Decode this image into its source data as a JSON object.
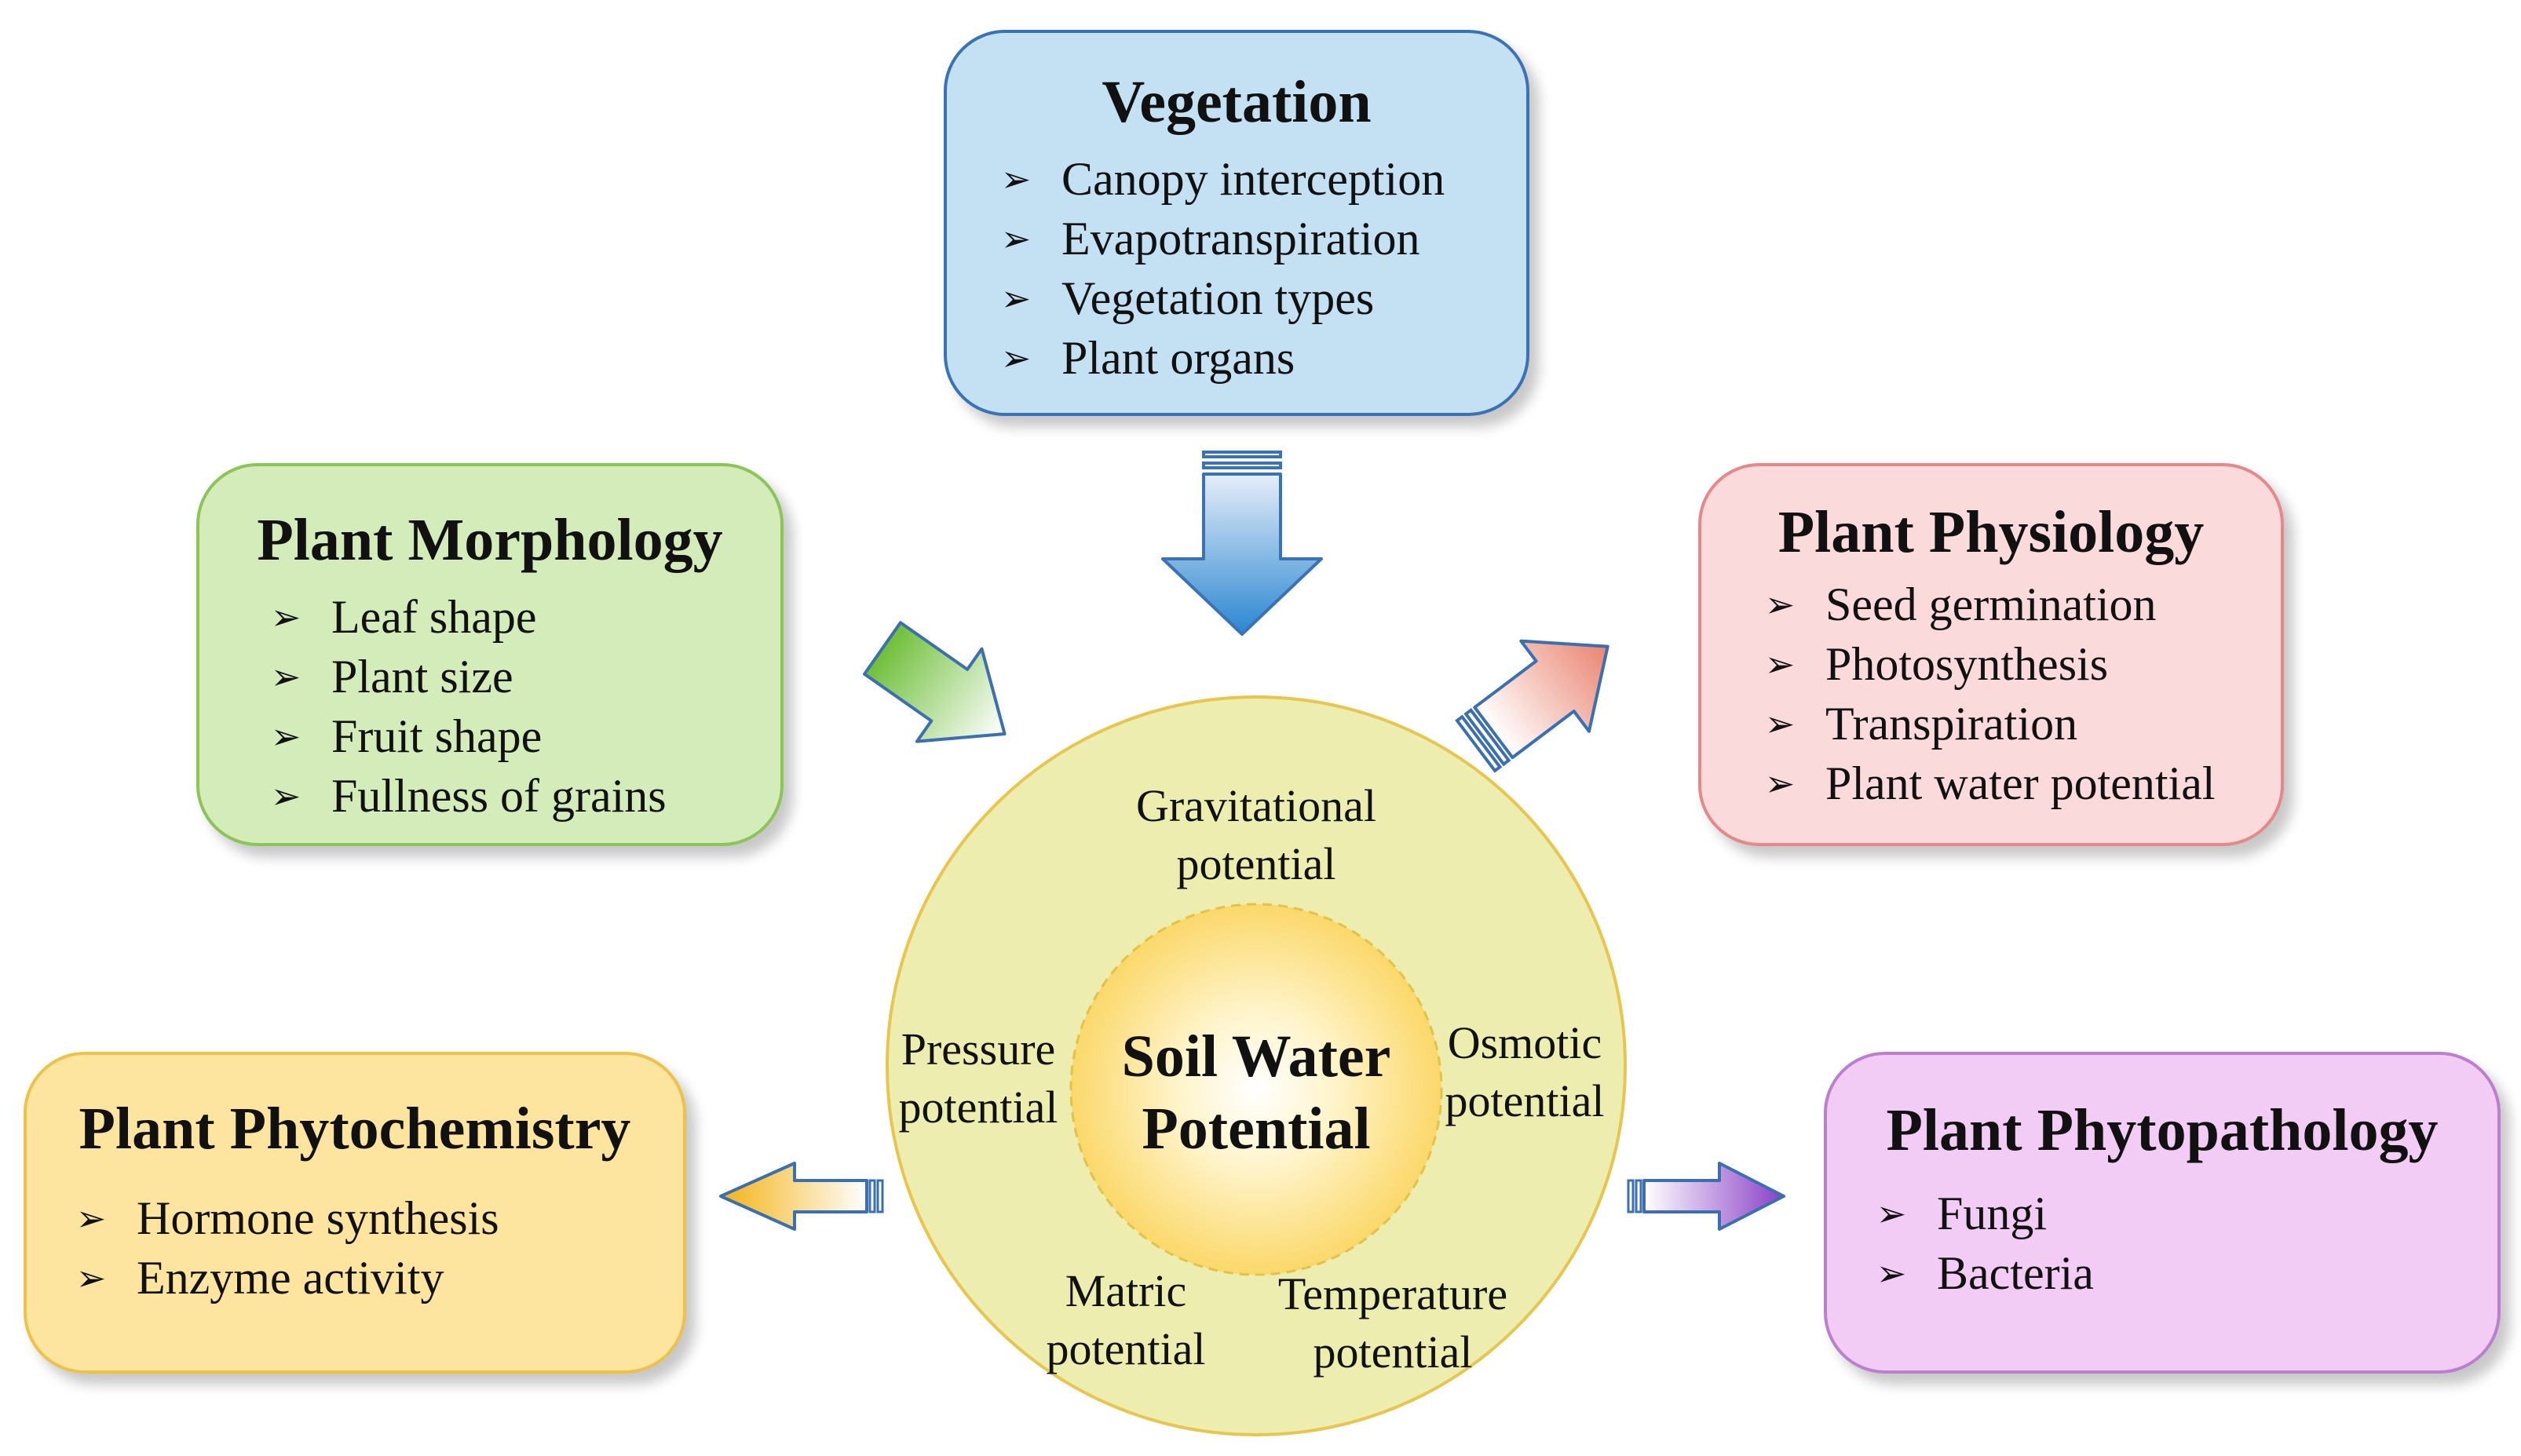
{
  "vegetation": {
    "title": "Vegetation",
    "items": [
      "Canopy interception",
      "Evapotranspiration",
      "Vegetation types",
      "Plant organs"
    ]
  },
  "morphology": {
    "title": "Plant Morphology",
    "items": [
      "Leaf shape",
      "Plant size",
      "Fruit shape",
      "Fullness of grains"
    ]
  },
  "physiology": {
    "title": "Plant Physiology",
    "items": [
      "Seed germination",
      "Photosynthesis",
      "Transpiration",
      "Plant water potential"
    ]
  },
  "phytochemistry": {
    "title": "Plant Phytochemistry",
    "items": [
      "Hormone synthesis",
      "Enzyme activity"
    ]
  },
  "phytopathology": {
    "title": "Plant Phytopathology",
    "items": [
      "Fungi",
      "Bacteria"
    ]
  },
  "core": {
    "title_line1": "Soil Water",
    "title_line2": "Potential",
    "components": {
      "gravitational": [
        "Gravitational",
        "potential"
      ],
      "pressure": [
        "Pressure",
        "potential"
      ],
      "osmotic": [
        "Osmotic",
        "potential"
      ],
      "matric": [
        "Matric",
        "potential"
      ],
      "temperature": [
        "Temperature",
        "potential"
      ]
    }
  },
  "bullet_icon": "arrowhead-bullet",
  "colors": {
    "vegetation": "#c3e1f3",
    "morphology": "#d4ebba",
    "physiology": "#fadada",
    "phytochemistry": "#fde49f",
    "phytopathology": "#f2ccf5",
    "outer_circle": "#ecedae",
    "inner_core": "#fde59c"
  }
}
